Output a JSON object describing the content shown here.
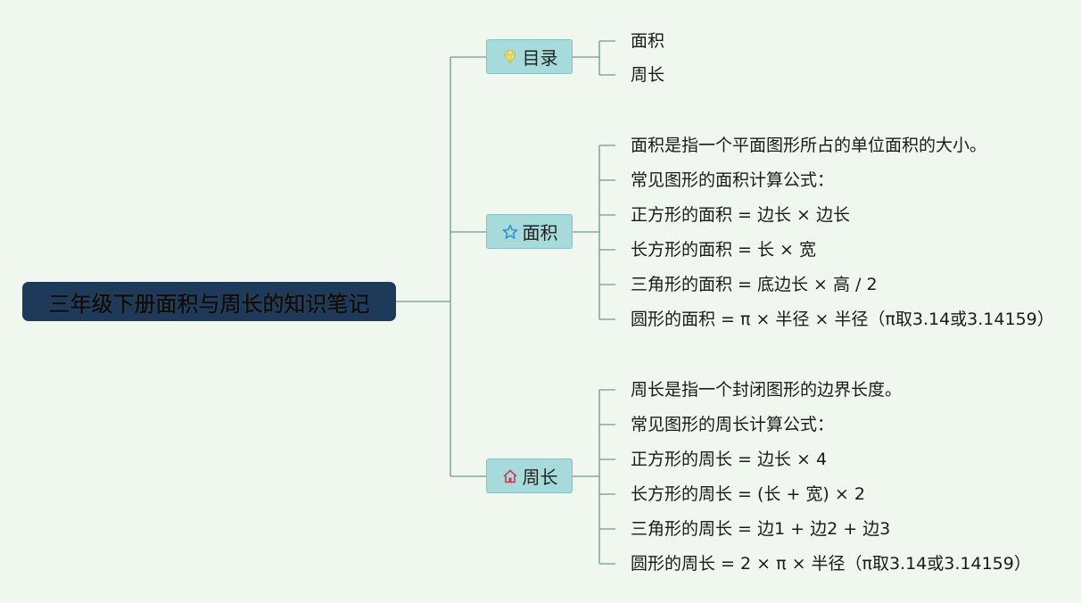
{
  "root": {
    "title": "三年级下册面积与周长的知识笔记"
  },
  "branches": [
    {
      "label": "目录",
      "icon": "gem-icon",
      "items": [
        "面积",
        "周长"
      ]
    },
    {
      "label": "面积",
      "icon": "star-icon",
      "items": [
        "面积是指一个平面图形所占的单位面积的大小。",
        "常见图形的面积计算公式：",
        "正方形的面积 = 边长 × 边长",
        "长方形的面积 = 长 × 宽",
        "三角形的面积 = 底边长 × 高 / 2",
        "圆形的面积 = π × 半径 × 半径（π取3.14或3.14159）"
      ]
    },
    {
      "label": "周长",
      "icon": "house-icon",
      "items": [
        "周长是指一个封闭图形的边界长度。",
        "常见图形的周长计算公式：",
        "正方形的周长 = 边长 × 4",
        "长方形的周长 = (长 + 宽) × 2",
        "三角形的周长 = 边1 + 边2 + 边3",
        "圆形的周长 = 2 × π × 半径（π取3.14或3.14159）"
      ]
    }
  ],
  "colors": {
    "background": "#eff7ef",
    "root_fill": "#1d3a5b",
    "branch_fill": "#a7dada",
    "connector": "#6f9a90",
    "gem_icon": "#e0d85a",
    "star_icon": "#2f8fd8",
    "house_icon": "#c93a5a"
  }
}
